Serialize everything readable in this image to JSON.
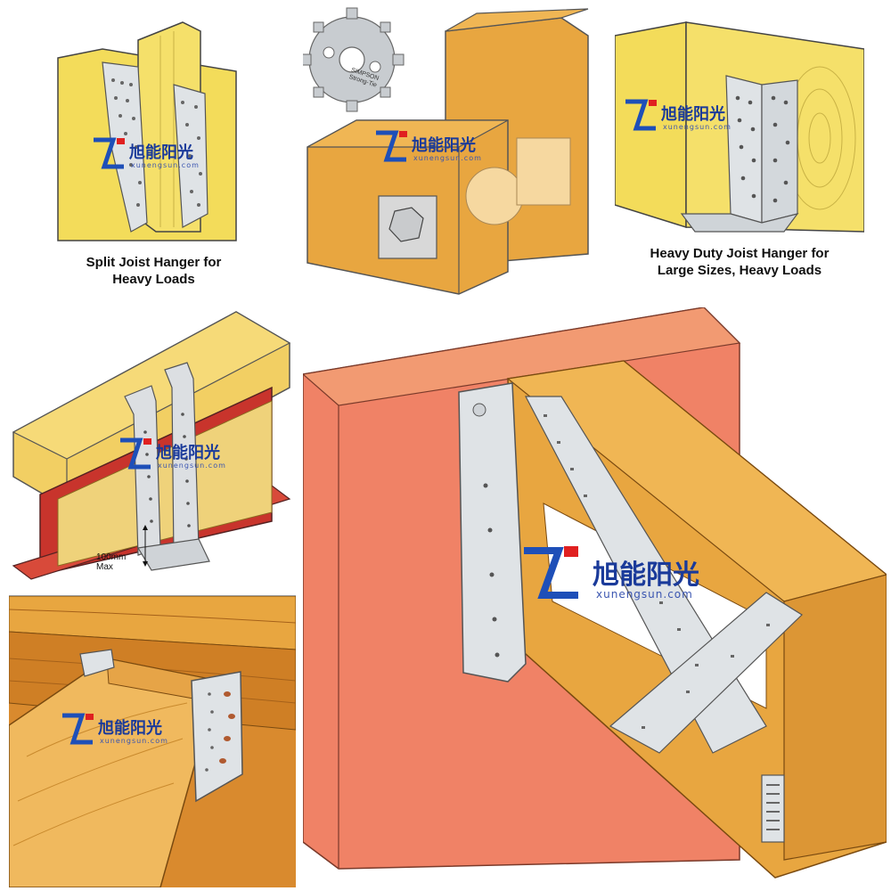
{
  "watermark": {
    "cn": "旭能阳光",
    "en": "xunengsun.com"
  },
  "panels": {
    "split_hanger": {
      "caption_line1": "Split Joist Hanger for",
      "caption_line2": "Heavy Loads"
    },
    "shear_plate": {
      "brand_line1": "SIMPSON",
      "brand_line2": "Strong-Tie"
    },
    "heavy_duty": {
      "caption_line1": "Heavy Duty Joist Hanger for",
      "caption_line2": "Large Sizes, Heavy Loads"
    },
    "steel_beam": {
      "dimension_value": "100mm",
      "dimension_label": "Max"
    }
  },
  "colors": {
    "yellow_wood": "#f3dc5a",
    "orange_wood": "#e8a640",
    "red_beam": "#c8342c",
    "coral_header": "#f08266",
    "steel": "#dfe3e6",
    "logo_blue": "#1e4fb8",
    "logo_red": "#e02020"
  }
}
